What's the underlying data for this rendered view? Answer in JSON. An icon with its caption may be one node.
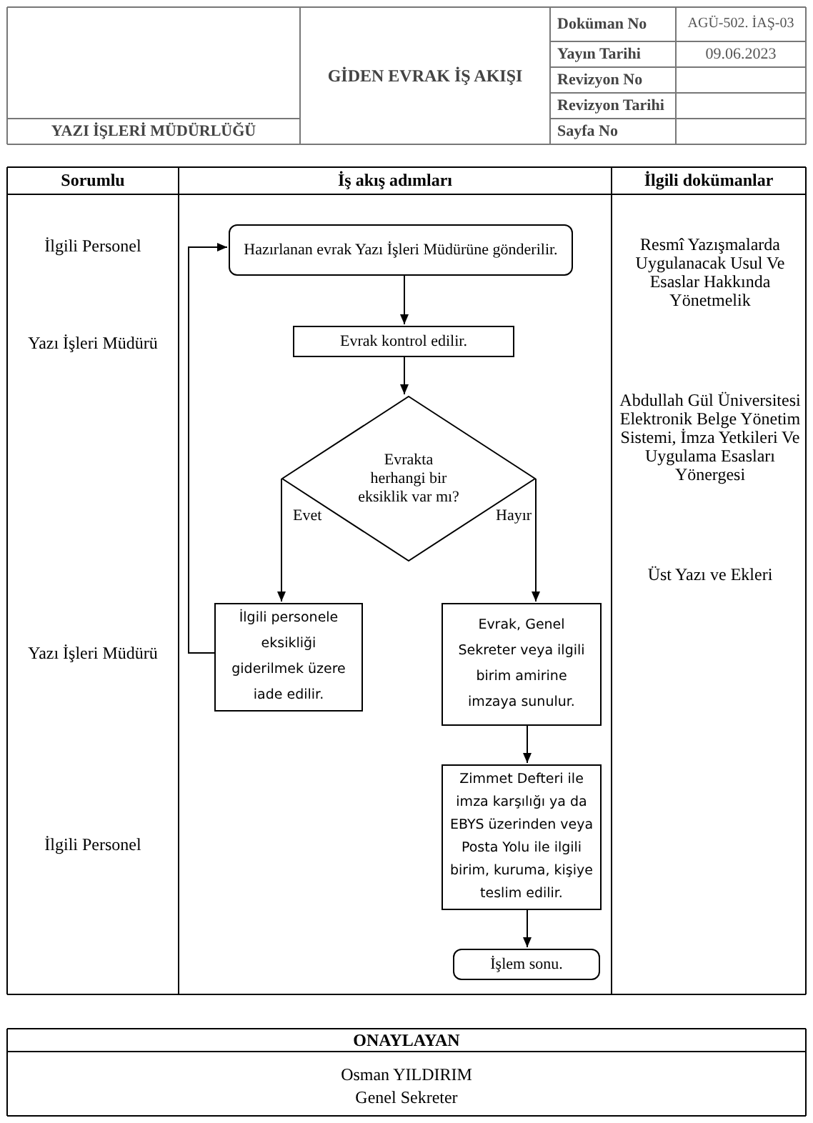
{
  "diagram": {
    "title": "GİDEN EVRAK İŞ AKIŞI",
    "nodes": [
      {
        "text": [
          "Hazırlanan evrak Yazı İşleri Müdürüne gönderilir."
        ]
      },
      {
        "text": [
          "Evrak kontrol edilir."
        ]
      },
      {
        "text": [
          "Evrakta herhangi bir eksiklik var mı?"
        ]
      },
      {
        "text": [
          "İlgili personele eksikliği giderilmek üzere iade edilir."
        ]
      },
      {
        "text": [
          "Evrak, Genel Sekreter veya ilgili birim amirine imzaya sunulur."
        ]
      },
      {
        "text": [
          "Zimmet Defteri ile imza karşılığı ya da EBYS üzerinden veya Posta Yolu ile ilgili birim, kuruma, kişiye teslim edilir."
        ]
      },
      {
        "text": [
          "İşlem sonu."
        ]
      }
    ],
    "edges": [
      {
        "from": 0,
        "to": 1,
        "arrow": "to"
      },
      {
        "from": 1,
        "to": 2,
        "arrow": "to"
      },
      {
        "from": 2,
        "to": 3,
        "arrow": "to",
        "label": "Evet"
      },
      {
        "from": 2,
        "to": 4,
        "arrow": "to",
        "label": "Hayır"
      },
      {
        "from": 3,
        "to": 0,
        "arrow": "to"
      },
      {
        "from": 4,
        "to": 5,
        "arrow": "to"
      },
      {
        "from": 5,
        "to": 6,
        "arrow": "to"
      }
    ],
    "labels": [
      "YAZI İŞLERİ MÜDÜRLÜĞÜ",
      "Doküman No",
      "AGÜ-502. İAŞ-03",
      "Yayın Tarihi",
      "09.06.2023",
      "Revizyon No",
      "Revizyon Tarihi",
      "Sayfa No",
      "Sorumlu",
      "İş akış adımları",
      "İlgili dokümanlar",
      "İlgili Personel",
      "Resmî Yazışmalarda Uygulanacak Usul Ve Esaslar Hakkında Yönetmelik",
      "Yazı İşleri Müdürü",
      "Abdullah Gül Üniversitesi Elektronik Belge Yönetim Sistemi, İmza Yetkileri Ve Uygulama Esasları Yönergesi",
      "Üst Yazı ve Ekleri",
      "Yazı İşleri Müdürü",
      "İlgili Personel",
      "ONAYLAYAN",
      "Osman YILDIRIM",
      "Genel Sekreter"
    ]
  }
}
